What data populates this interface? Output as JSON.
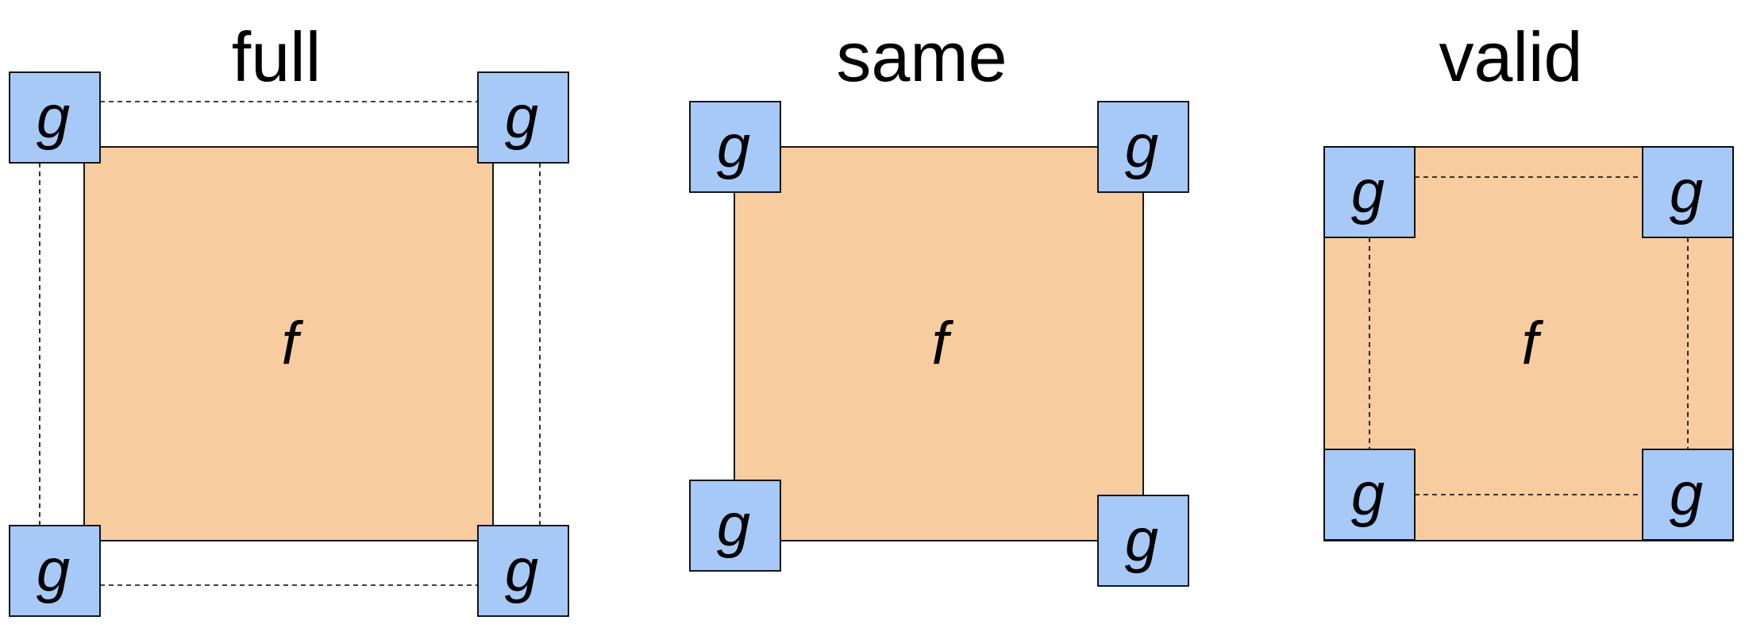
{
  "colors": {
    "f_fill": "#f7cd9f",
    "g_fill": "#a6c9f8",
    "stroke": "#000000"
  },
  "panels": [
    {
      "id": "full",
      "title": "full",
      "f_symbol": "f",
      "g_symbol": "g",
      "g_count": 4
    },
    {
      "id": "same",
      "title": "same",
      "f_symbol": "f",
      "g_symbol": "g",
      "g_count": 4
    },
    {
      "id": "valid",
      "title": "valid",
      "f_symbol": "f",
      "g_symbol": "g",
      "g_count": 4
    }
  ]
}
